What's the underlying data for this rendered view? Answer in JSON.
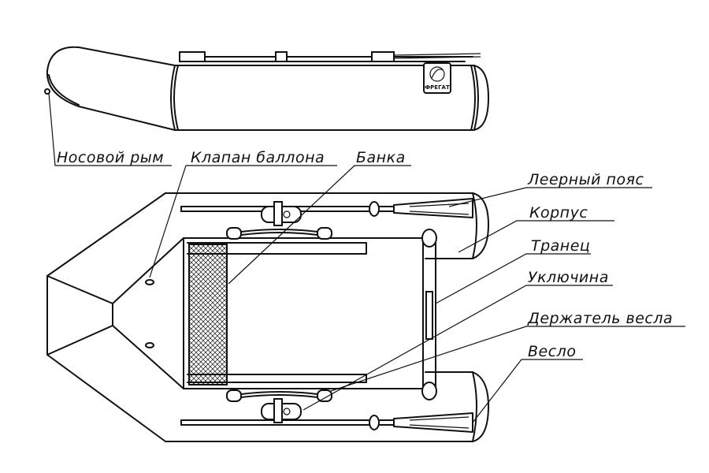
{
  "labels": {
    "bow_ring": "Носовой рым",
    "valve": "Клапан баллона",
    "bench": "Банка",
    "rope": "Леерный пояс",
    "hull": "Корпус",
    "transom": "Транец",
    "oarlock": "Уключина",
    "oar_holder": "Держатель весла",
    "oar": "Весло"
  },
  "brand": {
    "logo_text": "ФРЕГАТ"
  },
  "colors": {
    "line": "#111111",
    "background": "#ffffff"
  }
}
